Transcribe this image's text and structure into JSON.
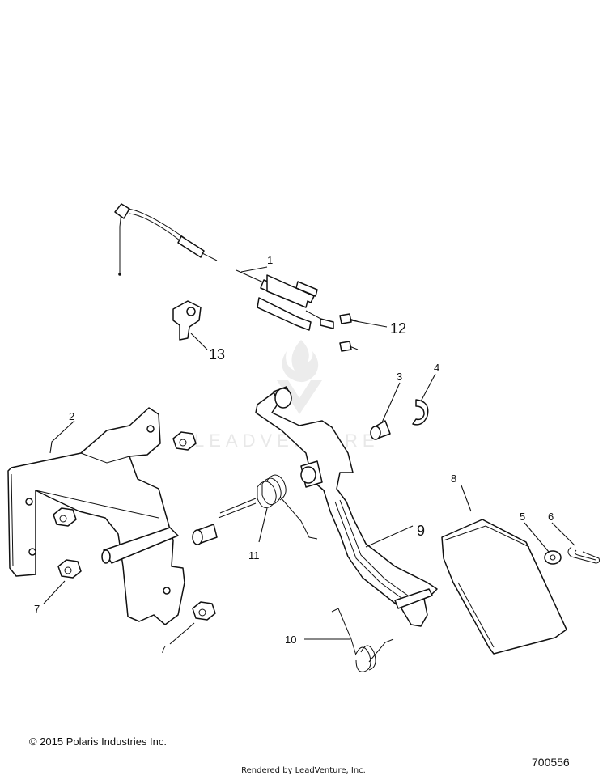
{
  "watermark": "LEADVENTURE",
  "callouts": [
    {
      "id": "c1",
      "text": "1"
    },
    {
      "id": "c2",
      "text": "2"
    },
    {
      "id": "c3",
      "text": "3"
    },
    {
      "id": "c4",
      "text": "4"
    },
    {
      "id": "c5",
      "text": "5"
    },
    {
      "id": "c6",
      "text": "6"
    },
    {
      "id": "c7a",
      "text": "7"
    },
    {
      "id": "c7b",
      "text": "7"
    },
    {
      "id": "c8",
      "text": "8"
    },
    {
      "id": "c9",
      "text": "9"
    },
    {
      "id": "c10",
      "text": "10"
    },
    {
      "id": "c11",
      "text": "11"
    },
    {
      "id": "c12",
      "text": "12"
    },
    {
      "id": "c13",
      "text": "13"
    }
  ],
  "footer": {
    "copyright": "© 2015 Polaris Industries Inc.",
    "diagram_number": "700556",
    "rendered_by": "Rendered by LeadVenture, Inc."
  }
}
